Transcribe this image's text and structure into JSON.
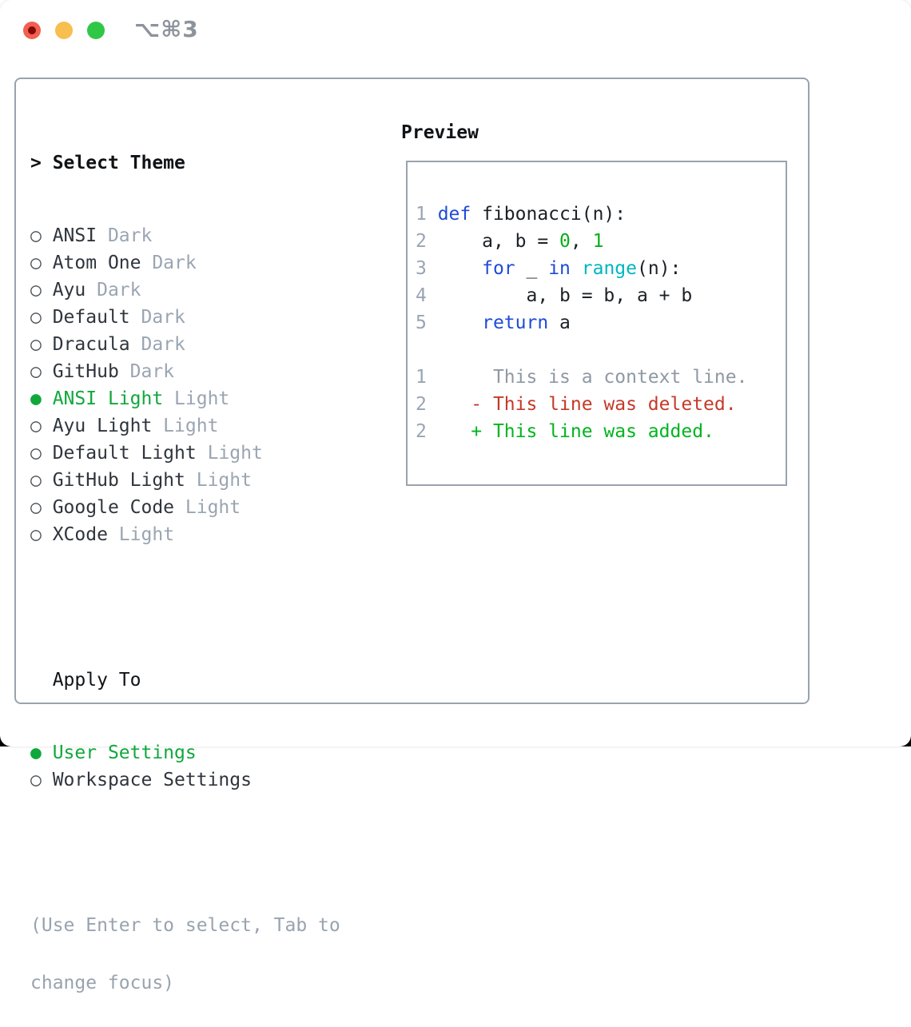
{
  "window": {
    "title": "⌥⌘3"
  },
  "theme_panel": {
    "header_prefix": "> ",
    "header_label": "Select Theme",
    "themes": [
      {
        "name": "ANSI",
        "variant": "Dark",
        "selected": false
      },
      {
        "name": "Atom One",
        "variant": "Dark",
        "selected": false
      },
      {
        "name": "Ayu",
        "variant": "Dark",
        "selected": false
      },
      {
        "name": "Default",
        "variant": "Dark",
        "selected": false
      },
      {
        "name": "Dracula",
        "variant": "Dark",
        "selected": false
      },
      {
        "name": "GitHub",
        "variant": "Dark",
        "selected": false
      },
      {
        "name": "ANSI Light",
        "variant": "Light",
        "selected": true
      },
      {
        "name": "Ayu Light",
        "variant": "Light",
        "selected": false
      },
      {
        "name": "Default Light",
        "variant": "Light",
        "selected": false
      },
      {
        "name": "GitHub Light",
        "variant": "Light",
        "selected": false
      },
      {
        "name": "Google Code",
        "variant": "Light",
        "selected": false
      },
      {
        "name": "XCode",
        "variant": "Light",
        "selected": false
      }
    ],
    "apply_label": "Apply To",
    "apply_options": [
      {
        "name": "User Settings",
        "selected": true
      },
      {
        "name": "Workspace Settings",
        "selected": false
      }
    ],
    "help": [
      "(Use Enter to select, Tab to",
      "change focus)"
    ]
  },
  "preview": {
    "title": "Preview",
    "code": [
      [
        [
          "ln",
          "1 "
        ],
        [
          "kw",
          "def"
        ],
        [
          "tx",
          " fibonacci(n):"
        ]
      ],
      [
        [
          "ln",
          "2 "
        ],
        [
          "tx",
          "    a, b = "
        ],
        [
          "lit",
          "0"
        ],
        [
          "tx",
          ", "
        ],
        [
          "lit",
          "1"
        ]
      ],
      [
        [
          "ln",
          "3 "
        ],
        [
          "tx",
          "    "
        ],
        [
          "kw",
          "for"
        ],
        [
          "tx",
          " _ "
        ],
        [
          "kw",
          "in"
        ],
        [
          "tx",
          " "
        ],
        [
          "fn",
          "range"
        ],
        [
          "tx",
          "(n):"
        ]
      ],
      [
        [
          "ln",
          "4 "
        ],
        [
          "tx",
          "        a, b = b, a + b"
        ]
      ],
      [
        [
          "ln",
          "5 "
        ],
        [
          "tx",
          "    "
        ],
        [
          "kw",
          "return"
        ],
        [
          "tx",
          " a"
        ]
      ],
      [],
      [
        [
          "ln",
          "1 "
        ],
        [
          "ctx",
          "     This is a context line."
        ]
      ],
      [
        [
          "ln",
          "2 "
        ],
        [
          "del",
          "   - This line was deleted."
        ]
      ],
      [
        [
          "ln",
          "2 "
        ],
        [
          "add",
          "   + This line was added."
        ]
      ]
    ]
  },
  "colors": {
    "accent_green": "#10a83c",
    "item_dark": "#2f353d",
    "header_black": "#101316",
    "muted_gray": "#9aa5b2",
    "help_gray": "#98a3af",
    "border_gray": "#99a3ad",
    "keyword_blue": "#1e4bd8",
    "builtin_cyan": "#00b5c2",
    "literal_green": "#09ad19",
    "added_green": "#00b41f",
    "deleted_red": "#c43a28",
    "context_gray": "#8f99a4",
    "linenumber_gray": "#9aa5b2",
    "title_gray": "#8d939c",
    "traffic_red": "#f35f51",
    "traffic_red_dot": "#820c05",
    "traffic_yellow": "#f7bf4f",
    "traffic_green": "#2fc846"
  },
  "icons": {
    "radio_unselected": "○ ",
    "radio_selected": "● "
  }
}
